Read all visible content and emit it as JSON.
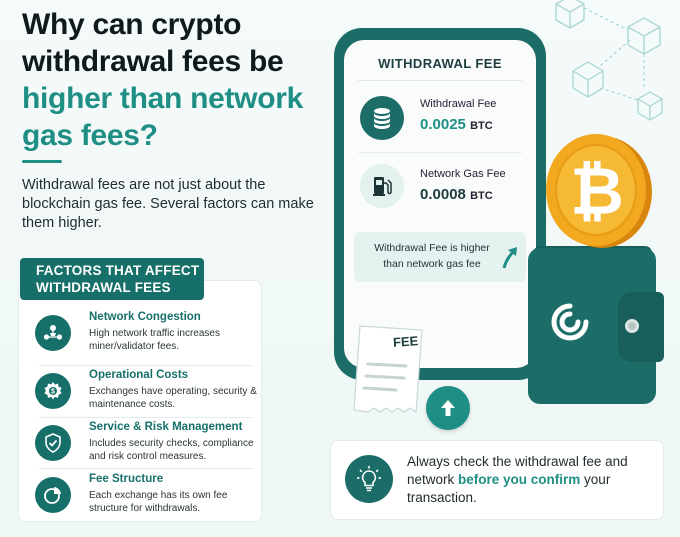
{
  "title": {
    "line1": "Why can crypto",
    "line2": "withdrawal fees be",
    "line3": "higher than network",
    "line4": "gas fees?"
  },
  "intro": "Withdrawal fees are not just about the blockchain gas fee. Several factors can make them higher.",
  "factors": {
    "header_line1": "FACTORS THAT AFFECT",
    "header_line2": "WITHDRAWAL FEES",
    "items": [
      {
        "title": "Network Congestion",
        "desc": "High network traffic increases miner/validator fees.",
        "icon": "network-icon"
      },
      {
        "title": "Operational Costs",
        "desc": "Exchanges have operating, security & maintenance costs.",
        "icon": "gear-icon"
      },
      {
        "title": "Service & Risk Management",
        "desc": "Includes security checks, compliance and risk control measures.",
        "icon": "shield-check-icon"
      },
      {
        "title": "Fee Structure",
        "desc": "Each exchange has its own fee structure for withdrawals.",
        "icon": "pie-chart-icon"
      }
    ]
  },
  "phone": {
    "screen_title": "WITHDRAWAL FEE",
    "withdrawal_label": "Withdrawal Fee",
    "withdrawal_value": "0.0025",
    "withdrawal_unit": "BTC",
    "gas_label": "Network Gas Fee",
    "gas_value": "0.0008",
    "gas_unit": "BTC",
    "compare_line1": "Withdrawal Fee is higher",
    "compare_line2": "than network gas fee"
  },
  "receipt": {
    "label": "FEE"
  },
  "coin": {
    "symbol": "₿"
  },
  "tip": {
    "text_before": "Always check the withdrawal fee and network ",
    "highlight": "before you confirm",
    "text_after": " your transaction."
  },
  "colors": {
    "accent": "#1f8f86",
    "dark_teal": "#176f69",
    "coin": "#f2a91f"
  }
}
